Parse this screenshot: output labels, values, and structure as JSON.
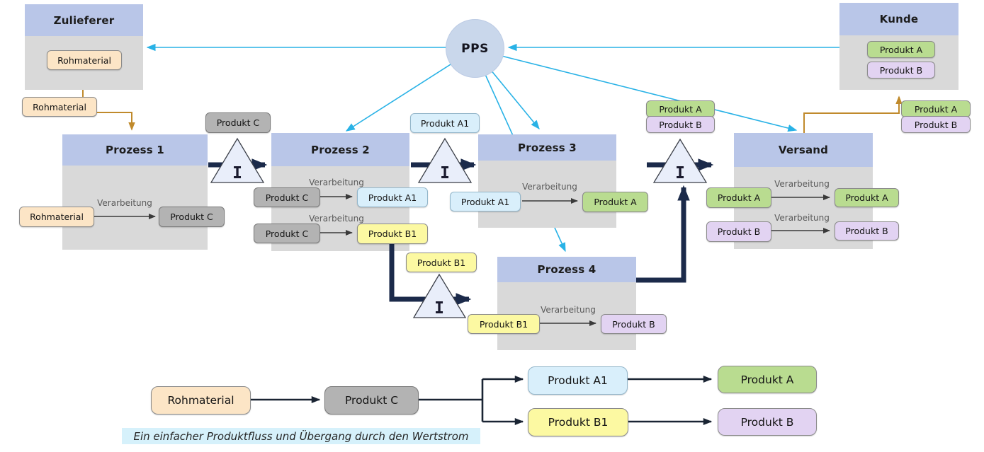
{
  "supplier": {
    "title": "Zulieferer",
    "material": "Rohmaterial"
  },
  "customer": {
    "title": "Kunde",
    "products": [
      "Produkt A",
      "Produkt B"
    ]
  },
  "pps_label": "PPS",
  "inventory_symbol": "I",
  "material_flow": {
    "supplier_out": "Rohmaterial",
    "p1_to_p2": "Produkt C",
    "p2_to_p3": "Produkt A1",
    "p2_to_p4": "Produkt B1",
    "to_versand": [
      "Produkt A",
      "Produkt B"
    ],
    "to_customer": [
      "Produkt A",
      "Produkt B"
    ]
  },
  "processes": [
    {
      "title": "Prozess 1",
      "rows": [
        {
          "input": "Rohmaterial",
          "action": "Verarbeitung",
          "output": "Produkt C"
        }
      ]
    },
    {
      "title": "Prozess 2",
      "rows": [
        {
          "input": "Produkt C",
          "action": "Verarbeitung",
          "output": "Produkt A1"
        },
        {
          "input": "Produkt C",
          "action": "Verarbeitung",
          "output": "Produkt B1"
        }
      ]
    },
    {
      "title": "Prozess 3",
      "rows": [
        {
          "input": "Produkt A1",
          "action": "Verarbeitung",
          "output": "Produkt A"
        }
      ]
    },
    {
      "title": "Prozess 4",
      "rows": [
        {
          "input": "Produkt B1",
          "action": "Verarbeitung",
          "output": "Produkt B"
        }
      ]
    },
    {
      "title": "Versand",
      "rows": [
        {
          "input": "Produkt A",
          "action": "Verarbeitung",
          "output": "Produkt A"
        },
        {
          "input": "Produkt B",
          "action": "Verarbeitung",
          "output": "Produkt B"
        }
      ]
    }
  ],
  "bottom_flow": {
    "raw": "Rohmaterial",
    "intermediate": "Produkt C",
    "branch_a": "Produkt A1",
    "branch_b": "Produkt B1",
    "final_a": "Produkt A",
    "final_b": "Produkt B",
    "caption": "Ein einfacher Produktfluss und Übergang durch den Wertstrom"
  },
  "colors": {
    "box_header": "#b9c6e8",
    "box_body": "#d9d9d9",
    "pps_circle": "#c9d7eb",
    "info_flow_cyan": "#29b2e6",
    "supplier_flow_orange": "#c08a2c",
    "material_flow_navy": "#1b2a4a",
    "label_peach": "#fce5c6",
    "label_gray": "#b3b3b3",
    "label_cyan": "#d9effb",
    "label_yellow": "#fcf9a2",
    "label_green": "#b9dc90",
    "label_purple": "#e2d3f2",
    "caption_bg": "#d6f1fb"
  }
}
